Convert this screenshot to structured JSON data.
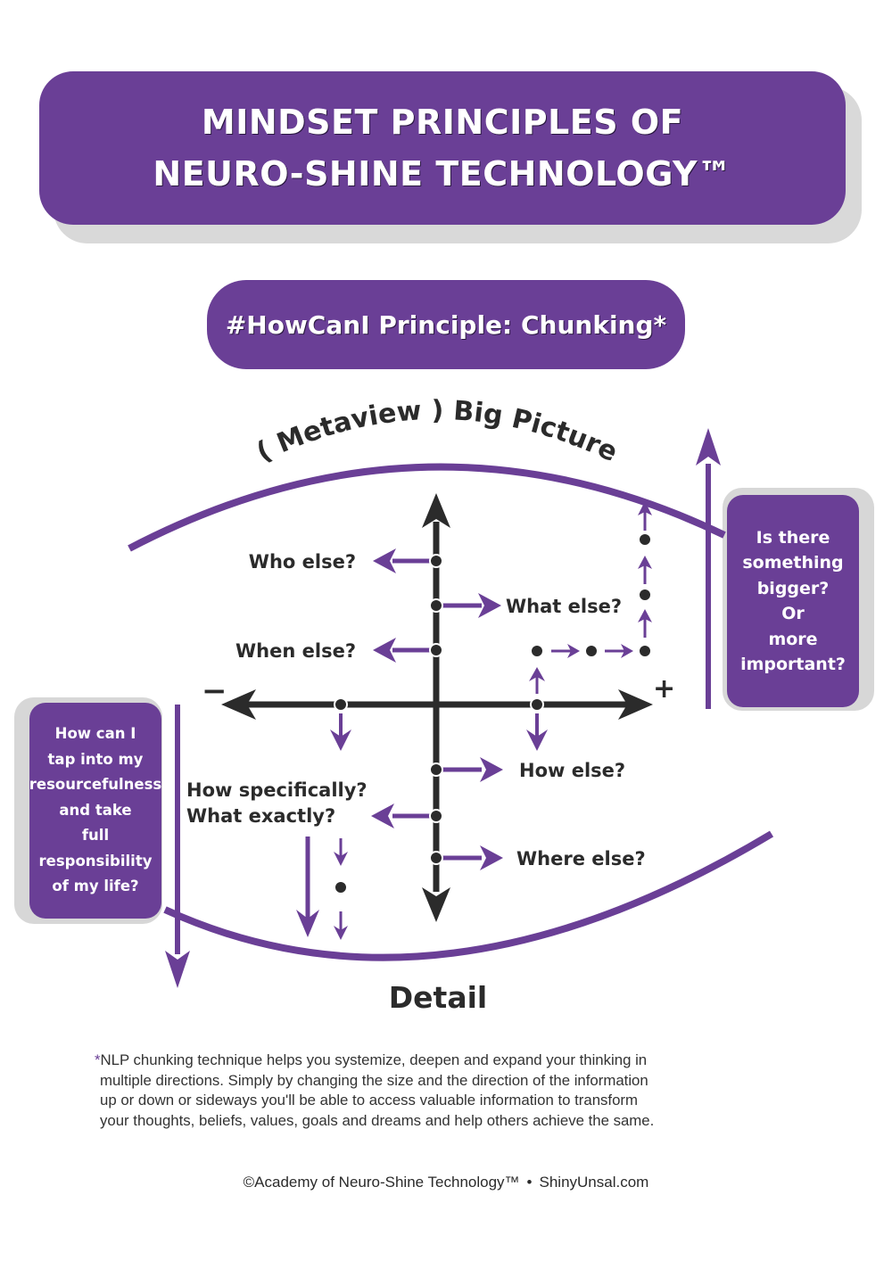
{
  "header": {
    "title_lines": [
      "MINDSET PRINCIPLES OF",
      "NEURO-SHINE TECHNOLOGY™"
    ],
    "subtitle": "#HowCanI Principle: Chunking*"
  },
  "colors": {
    "accent_purple": "#6a3f96",
    "axis_dark": "#2b2b2b",
    "shadow_gray": "#d9d9d9",
    "background": "#ffffff"
  },
  "diagram": {
    "top_arc_label": "( Metaview ) Big Picture",
    "bottom_label": "Detail",
    "axis_minus": "−",
    "axis_plus": "+",
    "questions": {
      "who_else": "Who else?",
      "what_else": "What else?",
      "when_else": "When else?",
      "how_else": "How else?",
      "how_specifically": "How specifically?",
      "what_exactly": "What exactly?",
      "where_else": "Where else?"
    },
    "right_box_lines": [
      "Is there",
      "something",
      "bigger?",
      "Or",
      "more",
      "important?"
    ],
    "left_box_lines": [
      "How can I",
      "tap into my",
      "resourcefulness",
      "and take",
      "full",
      "responsibility",
      "of my life?"
    ],
    "icons": {
      "up_arrow": "chunk-up-arrow-icon",
      "down_arrow": "chunk-down-arrow-icon"
    }
  },
  "footnote": {
    "star": "*",
    "lines": [
      "NLP chunking technique helps you systemize, deepen and expand your thinking in",
      "multiple directions. Simply by changing the size and the direction of the information",
      "up or down or sideways you'll be able to access valuable information to transform",
      "your thoughts, beliefs, values, goals and dreams and help others achieve the same."
    ]
  },
  "credit": {
    "organization": "©Academy of Neuro-Shine Technology™",
    "separator": "•",
    "website": "ShinyUnsal.com"
  }
}
